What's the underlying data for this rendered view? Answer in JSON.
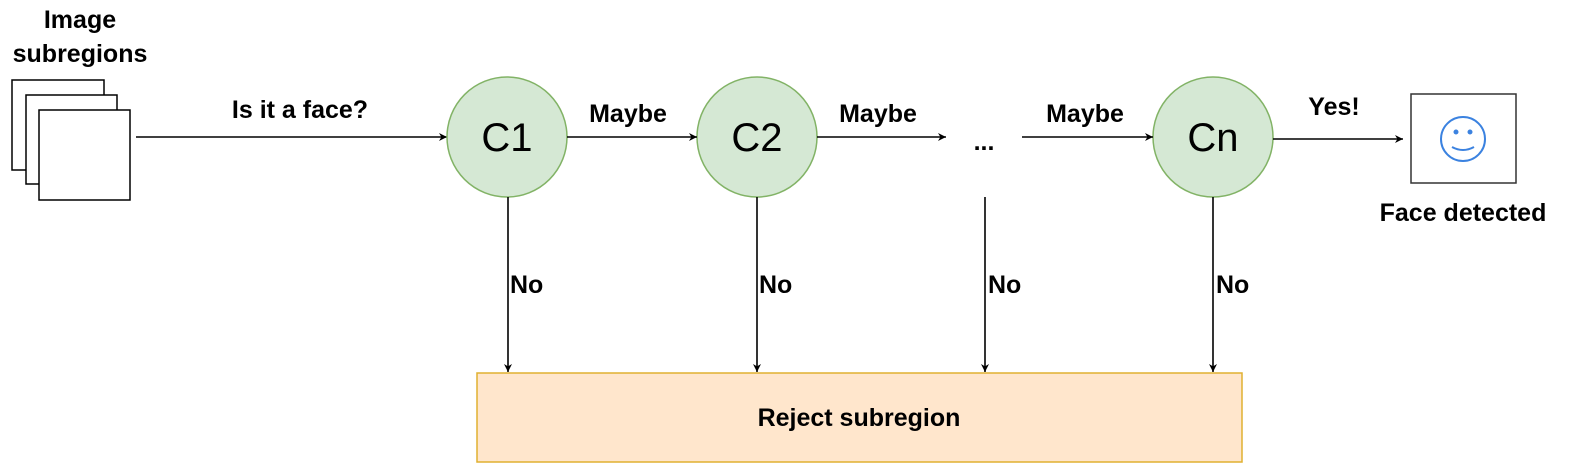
{
  "input": {
    "title_line1": "Image",
    "title_line2": "subregions"
  },
  "edges": {
    "question": "Is it a face?",
    "maybe": [
      "Maybe",
      "Maybe",
      "Maybe"
    ],
    "yes": "Yes!",
    "no": [
      "No",
      "No",
      "No",
      "No"
    ]
  },
  "classifiers": [
    "C1",
    "C2",
    "...",
    "Cn"
  ],
  "output": {
    "label": "Face detected",
    "icon": "smiley-face-icon"
  },
  "reject": {
    "label": "Reject subregion"
  },
  "colors": {
    "classifier_fill": "#d5e8d4",
    "classifier_stroke": "#82b366",
    "reject_fill": "#ffe6cc",
    "reject_stroke": "#e0b030",
    "smiley": "#3b82e0"
  }
}
